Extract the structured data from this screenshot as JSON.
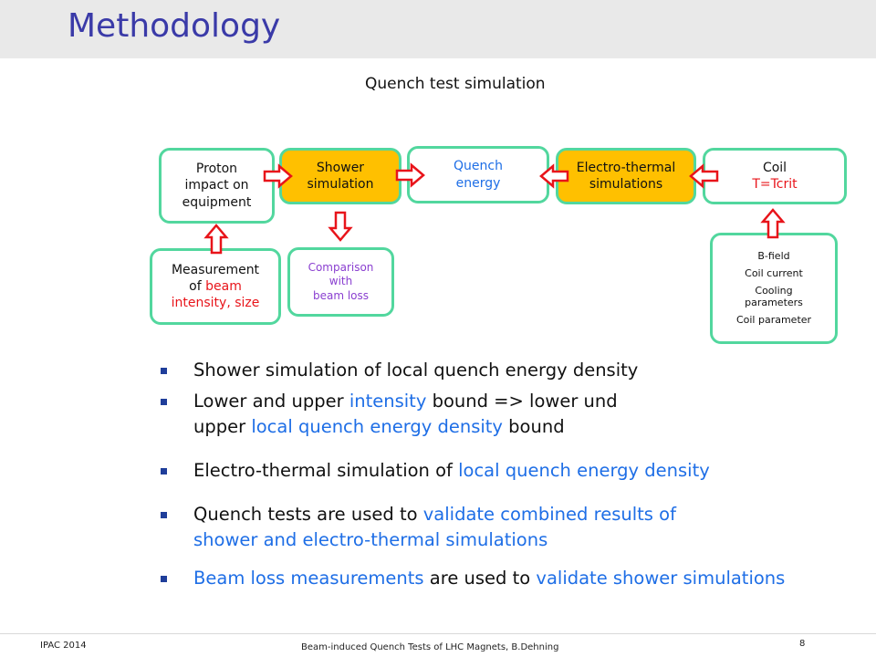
{
  "slide": {
    "title": "Methodology",
    "subtitle": "Quench test simulation"
  },
  "diagram": {
    "boxes": {
      "proton": {
        "lines": [
          "Proton",
          "impact on",
          "equipment"
        ]
      },
      "shower": {
        "lines": [
          "Shower",
          "simulation"
        ]
      },
      "quench": {
        "lines": [
          "Quench",
          "energy"
        ]
      },
      "electro": {
        "lines": [
          "Electro-thermal",
          "simulations"
        ]
      },
      "coil": {
        "line1": "Coil",
        "line2": "T=Tcrit"
      },
      "measurement": {
        "line1": "Measurement",
        "line2a": "of ",
        "line2b": "beam",
        "line3": "intensity, size"
      },
      "comparison": {
        "lines": [
          "Comparison",
          "with",
          "beam loss"
        ]
      },
      "params": {
        "lines": [
          "B-field",
          "Coil current",
          "Cooling",
          "parameters",
          "Coil parameter"
        ]
      }
    },
    "colors": {
      "border": "#52d79e",
      "highlight_fill": "#ffc000",
      "arrow": "#e8141a",
      "accent_blue": "#1e6ee6",
      "accent_red": "#e8141a",
      "accent_purple": "#8a3fd0"
    }
  },
  "bullets": {
    "b1": "Shower simulation of local quench energy density",
    "b2": {
      "l1a": "Lower and upper ",
      "l1b": "intensity",
      "l1c": " bound => lower und",
      "l2a": "upper ",
      "l2b": "local quench energy density",
      "l2c": " bound"
    },
    "b3": {
      "a": "Electro-thermal simulation of ",
      "b": "local quench energy density"
    },
    "b4": {
      "l1a": "Quench tests are used to ",
      "l1b": "validate combined results of",
      "l2": "shower and electro-thermal simulations"
    },
    "b5": {
      "a": "Beam loss measurements",
      "b": " are used to ",
      "c": "validate shower simulations"
    }
  },
  "footer": {
    "left": "IPAC 2014",
    "center": "Beam-induced Quench Tests of LHC Magnets, B.Dehning",
    "page": "8"
  }
}
